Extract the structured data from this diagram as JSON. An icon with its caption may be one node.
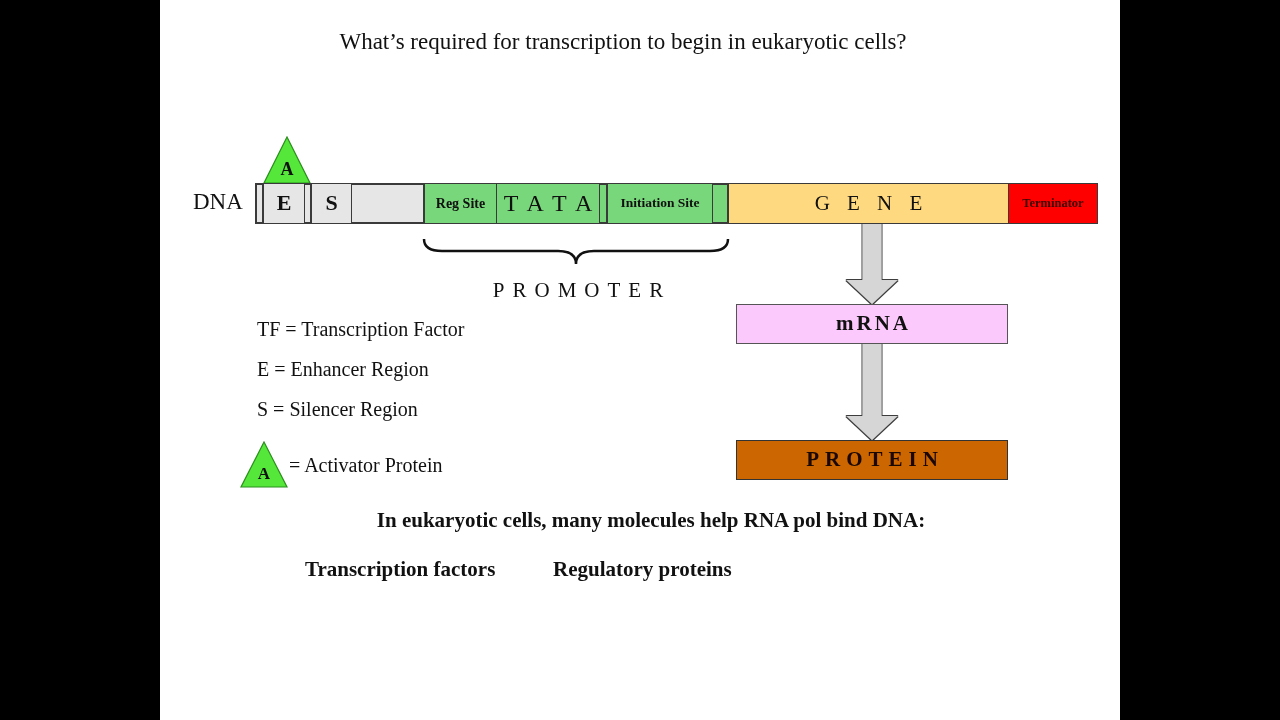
{
  "diagram": {
    "title": "What’s required for transcription to begin in eukaryotic cells?",
    "nodes": [
      {
        "text": [
          "A"
        ]
      },
      {
        "text": [],
        "shape": "bar",
        "beside": [
          "DNA"
        ]
      },
      {
        "text": [],
        "shape": "box",
        "in": 1
      },
      {
        "text": [
          "E"
        ],
        "in": 1
      },
      {
        "text": [],
        "shape": "box",
        "in": 1
      },
      {
        "text": [
          "S"
        ],
        "in": 1
      },
      {
        "text": [],
        "shape": "box",
        "in": 1
      },
      {
        "text": [
          "Reg Site"
        ],
        "in": 1
      },
      {
        "text": [
          "T A T A"
        ],
        "in": 1
      },
      {
        "text": [],
        "shape": "box",
        "in": 1
      },
      {
        "text": [
          "Initiation Site"
        ],
        "in": 1
      },
      {
        "text": [],
        "shape": "box",
        "in": 1
      },
      {
        "text": [
          "G E N E"
        ],
        "in": 1
      },
      {
        "text": [
          "Terminator"
        ],
        "in": 1
      },
      {
        "text": [
          "mRNA"
        ]
      },
      {
        "text": [
          "PROTEIN"
        ]
      },
      {
        "text": [
          "A"
        ],
        "beside": [
          "= Activator Protein"
        ]
      }
    ],
    "edges": [
      {
        "from": 12,
        "to": 14,
        "arrow": "to"
      },
      {
        "from": 14,
        "to": 15,
        "arrow": "to"
      }
    ],
    "labels": [
      "PROMOTER",
      "TF = Transcription Factor",
      "E = Enhancer Region",
      "S = Silencer Region",
      "In eukaryotic cells, many molecules help RNA pol bind DNA:",
      "Transcription factors",
      "Regulatory proteins"
    ]
  }
}
